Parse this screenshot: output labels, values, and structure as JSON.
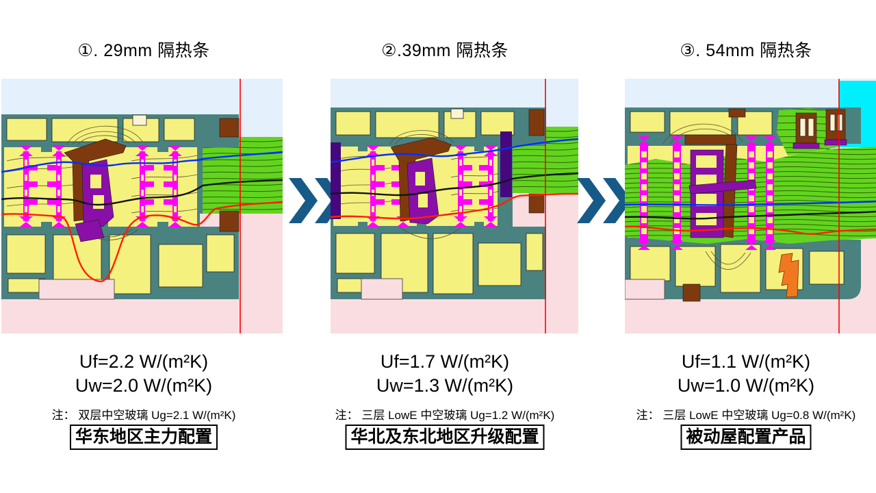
{
  "panels": [
    {
      "title": "①. 29mm 隔热条",
      "uf": "Uf=2.2 W/(m²K)",
      "uw": "Uw=2.0 W/(m²K)",
      "note": "注： 双层中空玻璃 Ug=2.1 W/(m²K)",
      "label": "华东地区主力配置"
    },
    {
      "title": "②.39mm 隔热条",
      "uf": "Uf=1.7 W/(m²K)",
      "uw": "Uw=1.3 W/(m²K)",
      "note": "注： 三层 LowE 中空玻璃 Ug=1.2 W/(m²K)",
      "label": "华北及东北地区升级配置"
    },
    {
      "title": "③. 54mm 隔热条",
      "uf": "Uf=1.1 W/(m²K)",
      "uw": "Uw=1.0 W/(m²K)",
      "note": "注： 三层 LowE 中空玻璃 Ug=0.8 W/(m²K)",
      "label": "被动屋配置产品"
    }
  ],
  "icons": {
    "next_arrow": "double-chevron-right"
  },
  "colors": {
    "sky": "#E4F0FB",
    "room": "#FADDE1",
    "frame": "#4A8280",
    "chamber": "#F5F17E",
    "cream": "#FBF3D2",
    "break": "#FF00FF",
    "brown": "#7E3A0E",
    "purple": "#8A0FA8",
    "indigo": "#45087E",
    "glass": "#62D41F",
    "glassline": "#2F6300",
    "contour": "#55552F",
    "cyan": "#00EFFF",
    "orange": "#F07820",
    "isoBlue": "#0030FF",
    "isoBlack": "#141414",
    "isoRed": "#FF2000",
    "redline": "#FF0000",
    "arrow": "#175A88"
  }
}
